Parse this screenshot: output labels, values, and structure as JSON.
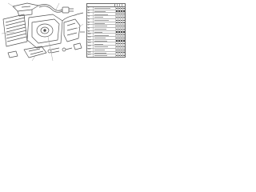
{
  "diagram": {
    "colors": {
      "line": "#555555",
      "stroke_light": "#8a8a8a"
    }
  },
  "parts_table": {
    "rows": [
      {
        "no": "1",
        "line_fraction": 0.85,
        "marks": [
          1,
          1,
          1,
          1
        ]
      },
      {
        "no": "2",
        "line_fraction": 0.6,
        "marks": [
          1,
          1,
          1,
          1
        ]
      },
      {
        "no": "3",
        "line_fraction": 0.75,
        "marks": [
          1,
          1,
          1,
          1
        ]
      },
      {
        "no": "4",
        "line_fraction": 0.5,
        "marks": [
          1,
          1,
          1,
          1
        ]
      },
      {
        "no": "5",
        "line_fraction": 0.8,
        "marks": [
          1,
          1,
          1,
          1
        ]
      },
      {
        "no": "6",
        "line_fraction": 0.55,
        "marks": [
          1,
          1,
          1,
          1
        ]
      },
      {
        "no": "7",
        "line_fraction": 0.7,
        "marks": [
          1,
          1,
          1,
          1
        ]
      },
      {
        "no": "8",
        "line_fraction": 0.65,
        "marks": [
          1,
          1,
          1,
          1
        ]
      },
      {
        "no": "9",
        "line_fraction": 0.45,
        "marks": [
          1,
          1,
          1,
          1
        ]
      },
      {
        "no": "10",
        "line_fraction": 0.8,
        "marks": [
          1,
          1,
          1,
          1
        ]
      },
      {
        "no": "11",
        "line_fraction": 0.6,
        "marks": [
          1,
          1,
          1,
          1
        ]
      },
      {
        "no": "12",
        "line_fraction": 0.7,
        "marks": [
          1,
          1,
          1,
          1
        ]
      },
      {
        "no": "13",
        "line_fraction": 0.5,
        "marks": [
          1,
          1,
          1,
          1
        ]
      },
      {
        "no": "14",
        "line_fraction": 0.75,
        "marks": [
          1,
          1,
          1,
          1
        ]
      },
      {
        "no": "15",
        "line_fraction": 0.55,
        "marks": [
          1,
          1,
          1,
          1
        ]
      },
      {
        "no": "16",
        "line_fraction": 0.65,
        "marks": [
          1,
          1,
          1,
          1
        ]
      },
      {
        "no": "17",
        "line_fraction": 0.7,
        "marks": [
          1,
          1,
          1,
          1
        ]
      }
    ]
  }
}
